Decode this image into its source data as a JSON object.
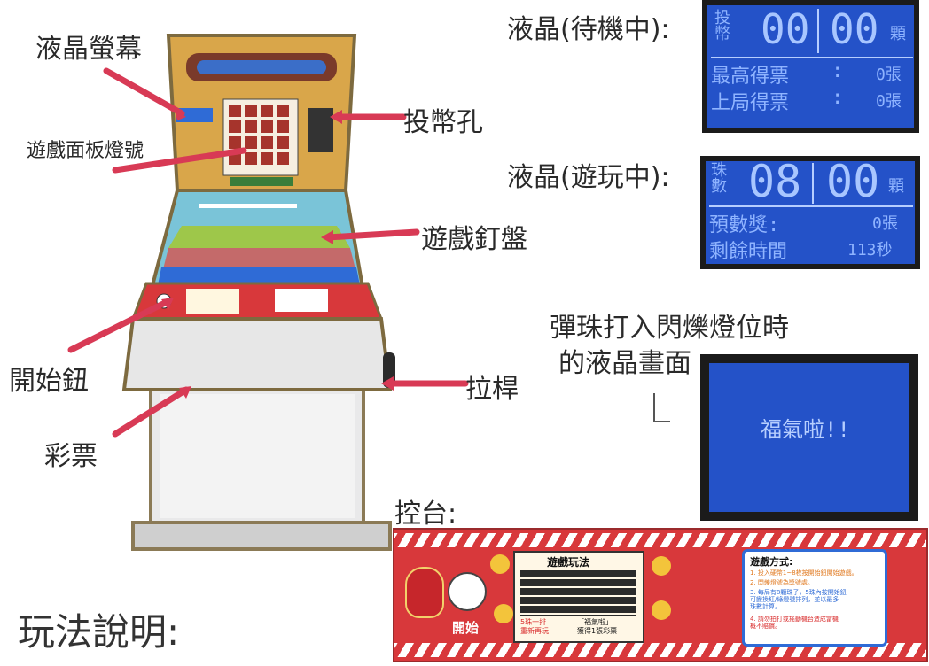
{
  "colors": {
    "arrow": "#d83a55",
    "lcd_bg": "#2452c8",
    "lcd_text": "#9ebcff",
    "cabinet_yellow": "#d9a64a",
    "panel_red": "#d8383b"
  },
  "labels": {
    "lcd_screen": "液晶螢幕",
    "panel_lights": "遊戲面板燈號",
    "coin_slot": "投幣孔",
    "pin_board": "遊戲釘盤",
    "start_button": "開始鈕",
    "lever": "拉桿",
    "lottery": "彩票",
    "gameplay": "玩法說明:",
    "lcd_standby": "液晶(待機中):",
    "lcd_playing": "液晶(遊玩中):",
    "flash_caption_1": "彈珠打入閃爍燈位時",
    "flash_caption_2": "的液晶畫面",
    "console": "控台:"
  },
  "lcd_standby": {
    "coin_label": "投\n幣",
    "left_value": "00",
    "right_value": "00",
    "unit": "顆",
    "row1_label": "最高得票",
    "row1_sep": ":",
    "row1_value": "0張",
    "row2_label": "上局得票",
    "row2_sep": ":",
    "row2_value": "0張"
  },
  "lcd_playing": {
    "ball_label": "珠\n數",
    "left_value": "08",
    "right_value": "00",
    "unit": "顆",
    "row1_label": "預數獎:",
    "row1_value": "0張",
    "row2_label": "剩餘時間",
    "row2_value": "113秒"
  },
  "lcd_flash": {
    "text": "福氣啦!!"
  },
  "console": {
    "start_text": "開始",
    "how_to_title": "遊戲玩法",
    "how_to_foot1": "5珠一排\n重新再玩",
    "how_to_foot2": "「福氣啦」\n獲得1張彩票",
    "method_title": "遊戲方式:",
    "method_lines": [
      "1. 投入硬幣1~8枚按開始鈕開始遊戲。",
      "2. 閃爍燈號為獎號處。",
      "3. 每局有8顆珠子，5珠內按開始鈕\n可變換紅/綠燈號排列，並以最多\n珠數計算。",
      "4. 請勿拍打或搖動機台造成當機\n概不賠償。"
    ]
  }
}
